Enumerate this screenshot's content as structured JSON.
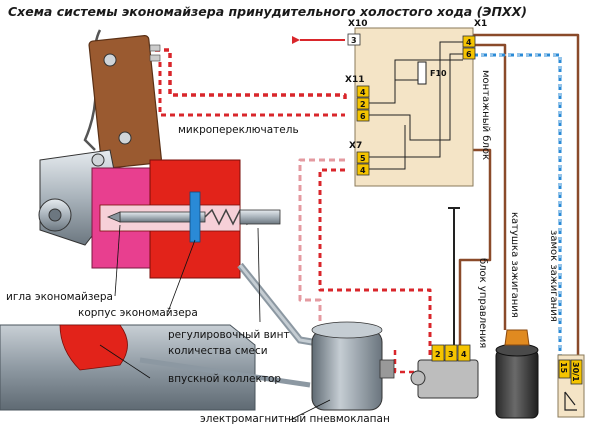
{
  "title": "Схема системы экономайзера принудительного холостого хода (ЭПХХ)",
  "connectors": {
    "x10": "X10",
    "x1": "X1",
    "x11": "X11",
    "x7": "X7",
    "fuse": "F10"
  },
  "pins": {
    "x10_1": "3",
    "x1_1": "4",
    "x1_2": "6",
    "x11_1": "4",
    "x11_2": "2",
    "x11_3": "6",
    "x7_1": "5",
    "x7_2": "4",
    "cu_1": "2",
    "cu_2": "3",
    "cu_3": "4",
    "ign_1": "15",
    "ign_2": "30/1"
  },
  "labels": {
    "microswitch": "микропереключатель",
    "mount_block": "монтажный блок",
    "control_block": "блок управления",
    "ignition_coil": "катушка зажигания",
    "ignition_lock": "замок зажигания",
    "economizer_needle": "игла экономайзера",
    "economizer_body": "корпус экономайзера",
    "adjusting_screw_1": "регулировочный винт",
    "adjusting_screw_2": "количества смеси",
    "intake_manifold": "впускной коллектор",
    "pneumo_valve": "электромагнитный пневмоклапан"
  },
  "colors": {
    "mount_block_fill": "#f4e4c6",
    "wire_red": "#d9262b",
    "wire_brown": "#8a4a2a",
    "wire_blue": "#2a8ad6",
    "wire_black": "#222222",
    "economizer_red": "#e2231a",
    "economizer_pink": "#e83f8f",
    "connector_yellow": "#f5c400",
    "microswitch_brown": "#9a5a30",
    "manifold_gray": "#9aa4ad",
    "valve_gray": "#8c98a2"
  }
}
